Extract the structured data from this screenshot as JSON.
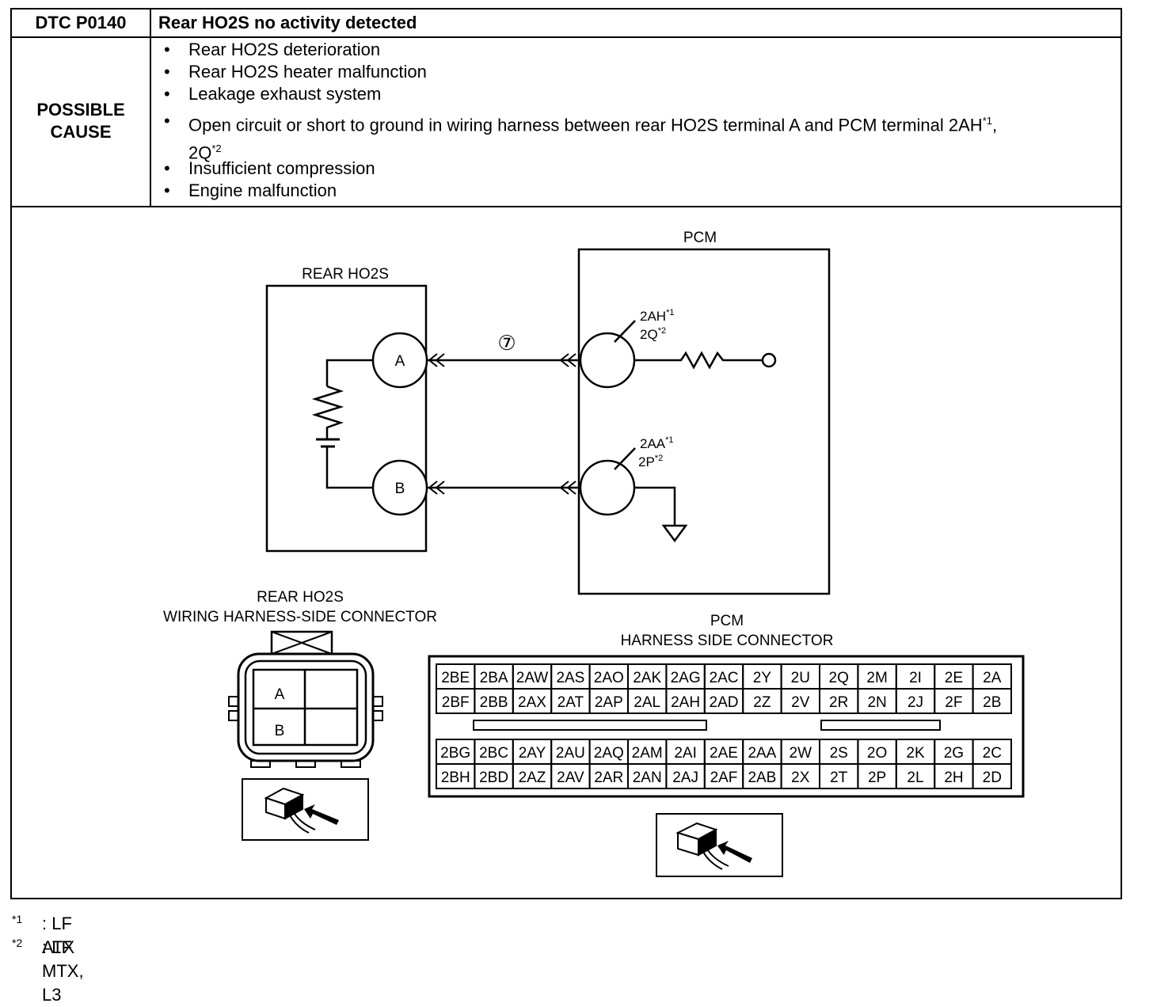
{
  "header": {
    "dtc_code": "DTC P0140",
    "dtc_title": "Rear HO2S no activity detected"
  },
  "possible_cause": {
    "label_line1": "POSSIBLE",
    "label_line2": "CAUSE",
    "items": [
      "Rear HO2S deterioration",
      "Rear HO2S heater malfunction",
      "Leakage exhaust system",
      "Open circuit or short to ground in wiring harness between rear HO2S terminal A and PCM terminal 2AH",
      "Insufficient compression",
      "Engine malfunction"
    ],
    "item4_sup1": "*1",
    "item4_comma": ",",
    "item4_cont": "2Q",
    "item4_sup2": "*2"
  },
  "diagram": {
    "rear_ho2s_label": "REAR HO2S",
    "pcm_label": "PCM",
    "terminal_a": "A",
    "terminal_b": "B",
    "wire_number": "⑦",
    "pcm_term_upper_line1": "2AH",
    "pcm_term_upper_sup1": "*1",
    "pcm_term_upper_line2": "2Q",
    "pcm_term_upper_sup2": "*2",
    "pcm_term_lower_line1": "2AA",
    "pcm_term_lower_sup1": "*1",
    "pcm_term_lower_line2": "2P",
    "pcm_term_lower_sup2": "*2"
  },
  "ho2s_connector": {
    "title_line1": "REAR HO2S",
    "title_line2": "WIRING HARNESS-SIDE CONNECTOR",
    "cells": [
      "A",
      "",
      "B",
      ""
    ]
  },
  "pcm_connector": {
    "title_line1": "PCM",
    "title_line2": "HARNESS SIDE CONNECTOR",
    "top_rows": [
      [
        "2BE",
        "2BA",
        "2AW",
        "2AS",
        "2AO",
        "2AK",
        "2AG",
        "2AC",
        "2Y",
        "2U",
        "2Q",
        "2M",
        "2I",
        "2E",
        "2A"
      ],
      [
        "2BF",
        "2BB",
        "2AX",
        "2AT",
        "2AP",
        "2AL",
        "2AH",
        "2AD",
        "2Z",
        "2V",
        "2R",
        "2N",
        "2J",
        "2F",
        "2B"
      ]
    ],
    "bottom_rows": [
      [
        "2BG",
        "2BC",
        "2AY",
        "2AU",
        "2AQ",
        "2AM",
        "2AI",
        "2AE",
        "2AA",
        "2W",
        "2S",
        "2O",
        "2K",
        "2G",
        "2C"
      ],
      [
        "2BH",
        "2BD",
        "2AZ",
        "2AV",
        "2AR",
        "2AN",
        "2AJ",
        "2AF",
        "2AB",
        "2X",
        "2T",
        "2P",
        "2L",
        "2H",
        "2D"
      ]
    ]
  },
  "footnotes": [
    {
      "mark": "*1",
      "text": ": LF ATX"
    },
    {
      "mark": "*2",
      "text": ": LF MTX, L3"
    }
  ]
}
